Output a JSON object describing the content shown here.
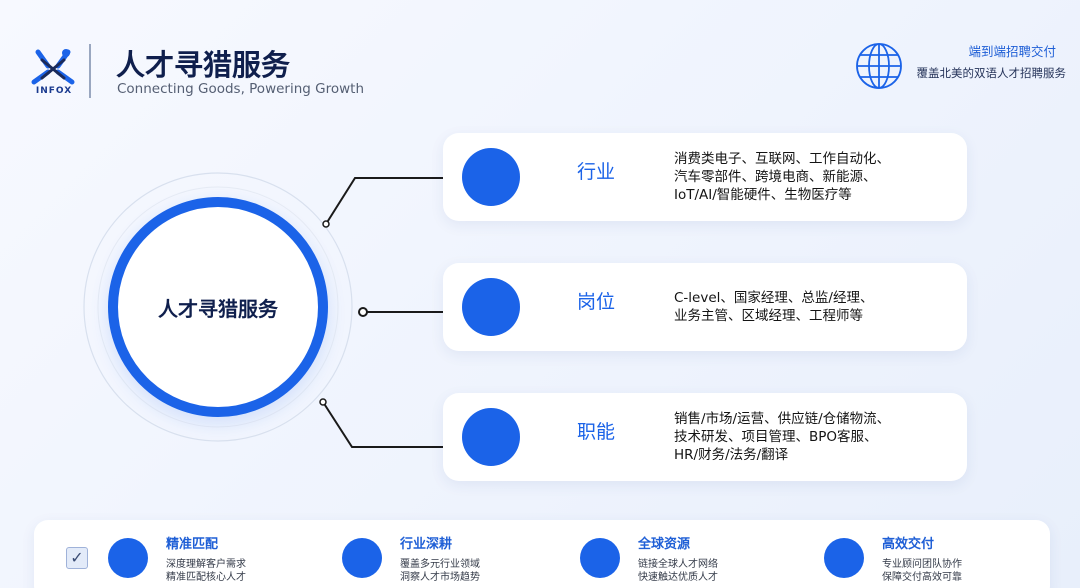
{
  "header": {
    "logo_text": "INFOX",
    "title": "人才寻猎服务",
    "subtitle": "Connecting Goods, Powering Growth",
    "tagline_top": "端到端招聘交付",
    "tagline_bottom": "覆盖北美的双语人才招聘服务"
  },
  "center": {
    "label": "人才寻猎服务"
  },
  "categories": [
    {
      "label": "行业",
      "lines": [
        "消费类电子、互联网、工作自动化、",
        "汽车零部件、跨境电商、新能源、",
        "IoT/AI/智能硬件、生物医疗等"
      ]
    },
    {
      "label": "岗位",
      "lines": [
        "C-level、国家经理、总监/经理、",
        "业务主管、区域经理、工程师等"
      ]
    },
    {
      "label": "职能",
      "lines": [
        "销售/市场/运营、供应链/仓储物流、",
        "技术研发、项目管理、BPO客服、",
        "HR/财务/法务/翻译"
      ]
    }
  ],
  "features": [
    {
      "title": "精准匹配",
      "line1": "深度理解客户需求",
      "line2": "精准匹配核心人才"
    },
    {
      "title": "行业深耕",
      "line1": "覆盖多元行业领域",
      "line2": "洞察人才市场趋势"
    },
    {
      "title": "全球资源",
      "line1": "链接全球人才网络",
      "line2": "快速触达优质人才"
    },
    {
      "title": "高效交付",
      "line1": "专业顾问团队协作",
      "line2": "保障交付高效可靠"
    }
  ],
  "colors": {
    "accent": "#1b63e8",
    "title": "#0f1f4d"
  },
  "icons": {
    "logo": "infox-logo-icon",
    "globe": "globe-icon",
    "checkbox": "checkbox-icon"
  }
}
